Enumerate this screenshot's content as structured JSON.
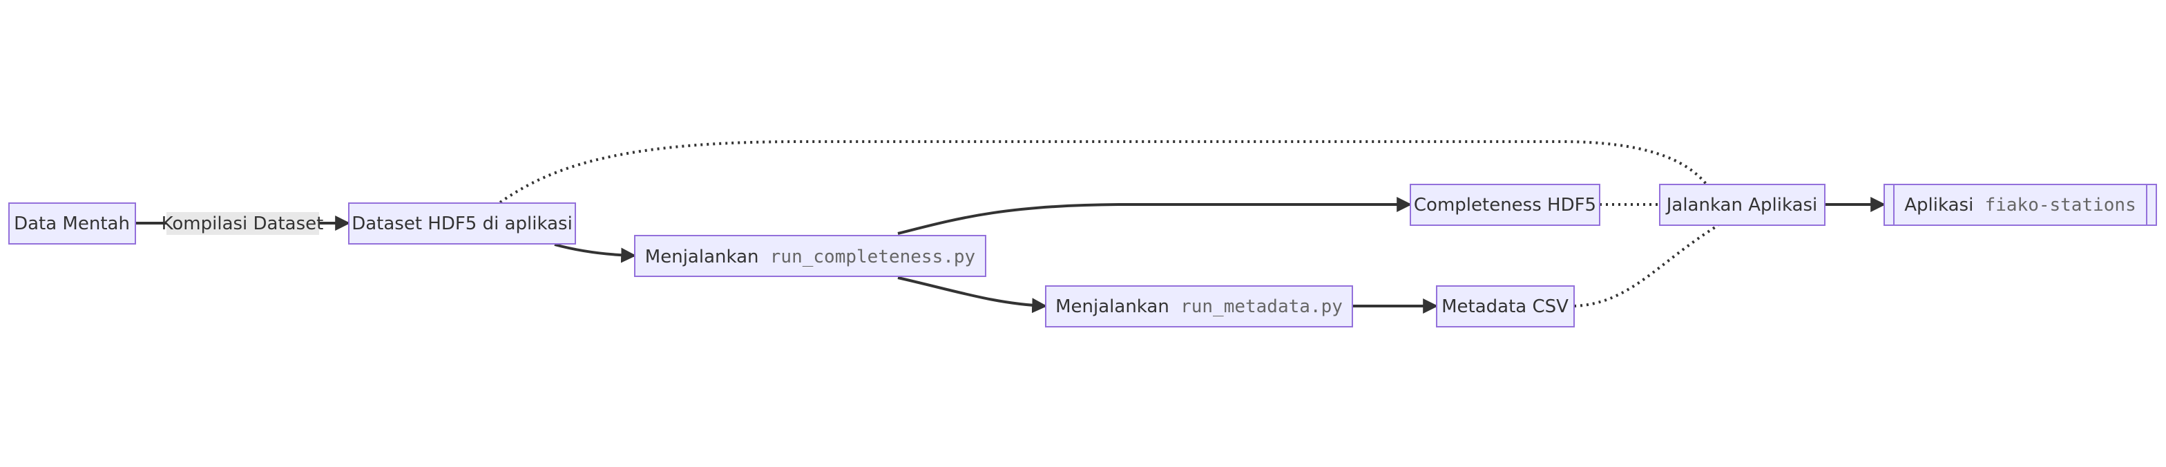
{
  "nodes": {
    "raw": {
      "label": "Data Mentah"
    },
    "hdf5": {
      "label": "Dataset HDF5 di aplikasi"
    },
    "run_completeness": {
      "prefix": "Menjalankan",
      "code": "run_completeness.py"
    },
    "run_metadata": {
      "prefix": "Menjalankan",
      "code": "run_metadata.py"
    },
    "completeness": {
      "label": "Completeness HDF5"
    },
    "metadata": {
      "label": "Metadata CSV"
    },
    "run_app": {
      "label": "Jalankan Aplikasi"
    },
    "app": {
      "prefix": "Aplikasi",
      "code": "fiako-stations"
    }
  },
  "edges": {
    "compile_label": "Kompilasi Dataset"
  },
  "colors": {
    "node_fill": "#ececff",
    "node_stroke": "#9370db",
    "edge": "#333333",
    "label_bg": "#e8e8e8"
  }
}
